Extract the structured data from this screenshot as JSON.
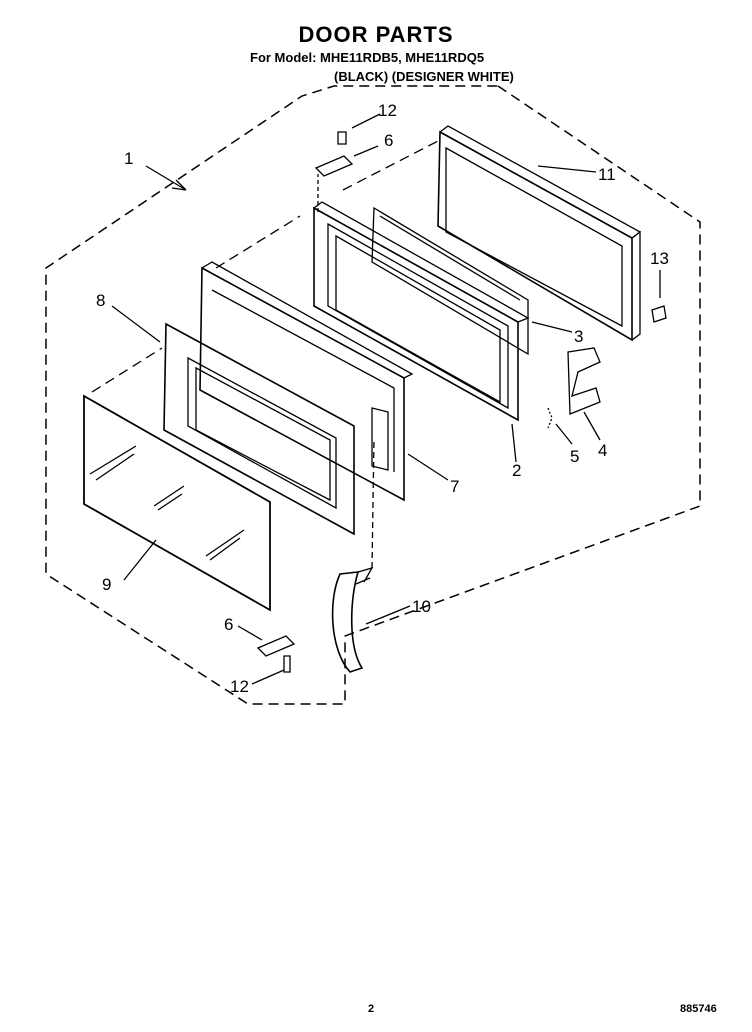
{
  "header": {
    "title": "DOOR PARTS",
    "model_line": "For Model: MHE11RDB5, MHE11RDQ5",
    "variant_line": "(BLACK) (DESIGNER WHITE)"
  },
  "callouts": [
    "1",
    "12",
    "6",
    "11",
    "13",
    "8",
    "3",
    "4",
    "5",
    "2",
    "7",
    "9",
    "10",
    "6",
    "12"
  ],
  "footer": {
    "page_number": "2",
    "part_code": "885746"
  }
}
